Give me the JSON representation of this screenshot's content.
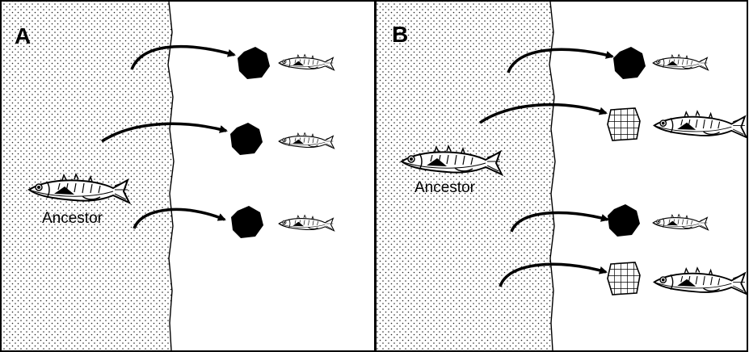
{
  "panels": [
    {
      "letter": "A",
      "ancestor_label": "Ancestor",
      "lakes": [
        "dark-rock",
        "dark-rock",
        "dark-rock"
      ]
    },
    {
      "letter": "B",
      "ancestor_label": "Ancestor",
      "lakes": [
        "dark-rock",
        "grid-habitat",
        "dark-rock",
        "grid-habitat"
      ]
    }
  ],
  "colors": {
    "ink": "#000000",
    "paper": "#ffffff"
  },
  "icons": [
    "fish-icon",
    "arrow-icon",
    "dark-rock-icon",
    "grid-habitat-icon"
  ]
}
